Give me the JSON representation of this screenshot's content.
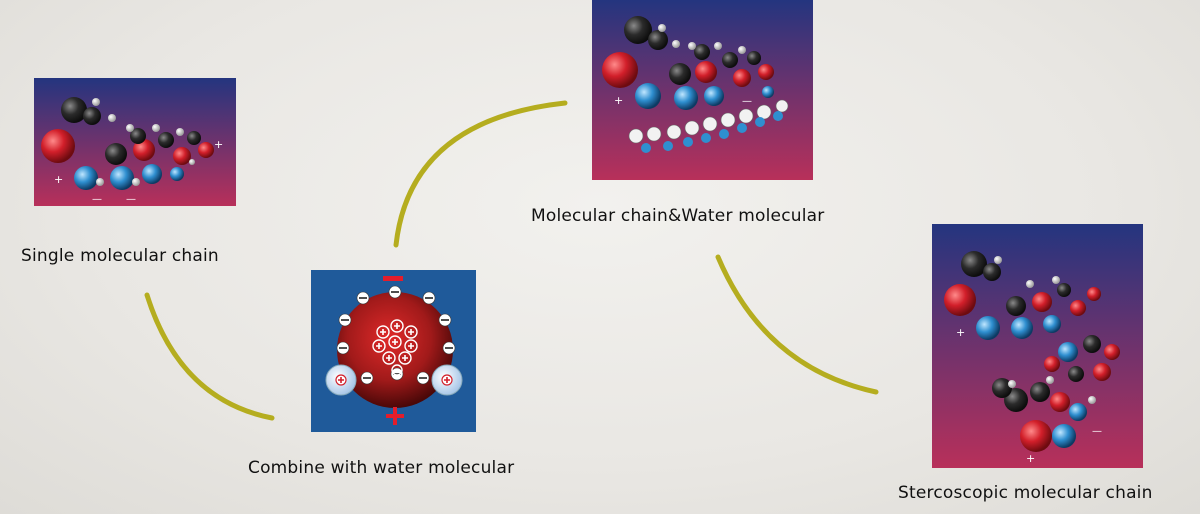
{
  "steps": [
    {
      "label": "Single molecular chain"
    },
    {
      "label": "Combine with water molecular"
    },
    {
      "label": "Molecular chain&Water molecular"
    },
    {
      "label": "Stercoscopic molecular chain"
    }
  ],
  "colors": {
    "connector": "#b5ad1f",
    "panel_top": "#24357f",
    "panel_bottom": "#b8305a",
    "water_bg": "#1f5a9a",
    "carbon": "#2b2b2b",
    "oxygen": "#d21f2a",
    "nitrogen": "#2f8fd0",
    "hydrogen": "#f4f4f4"
  },
  "icons": [
    "molecule-chain-icon",
    "water-molecule-icon",
    "plus-sign-icon",
    "minus-sign-icon"
  ]
}
